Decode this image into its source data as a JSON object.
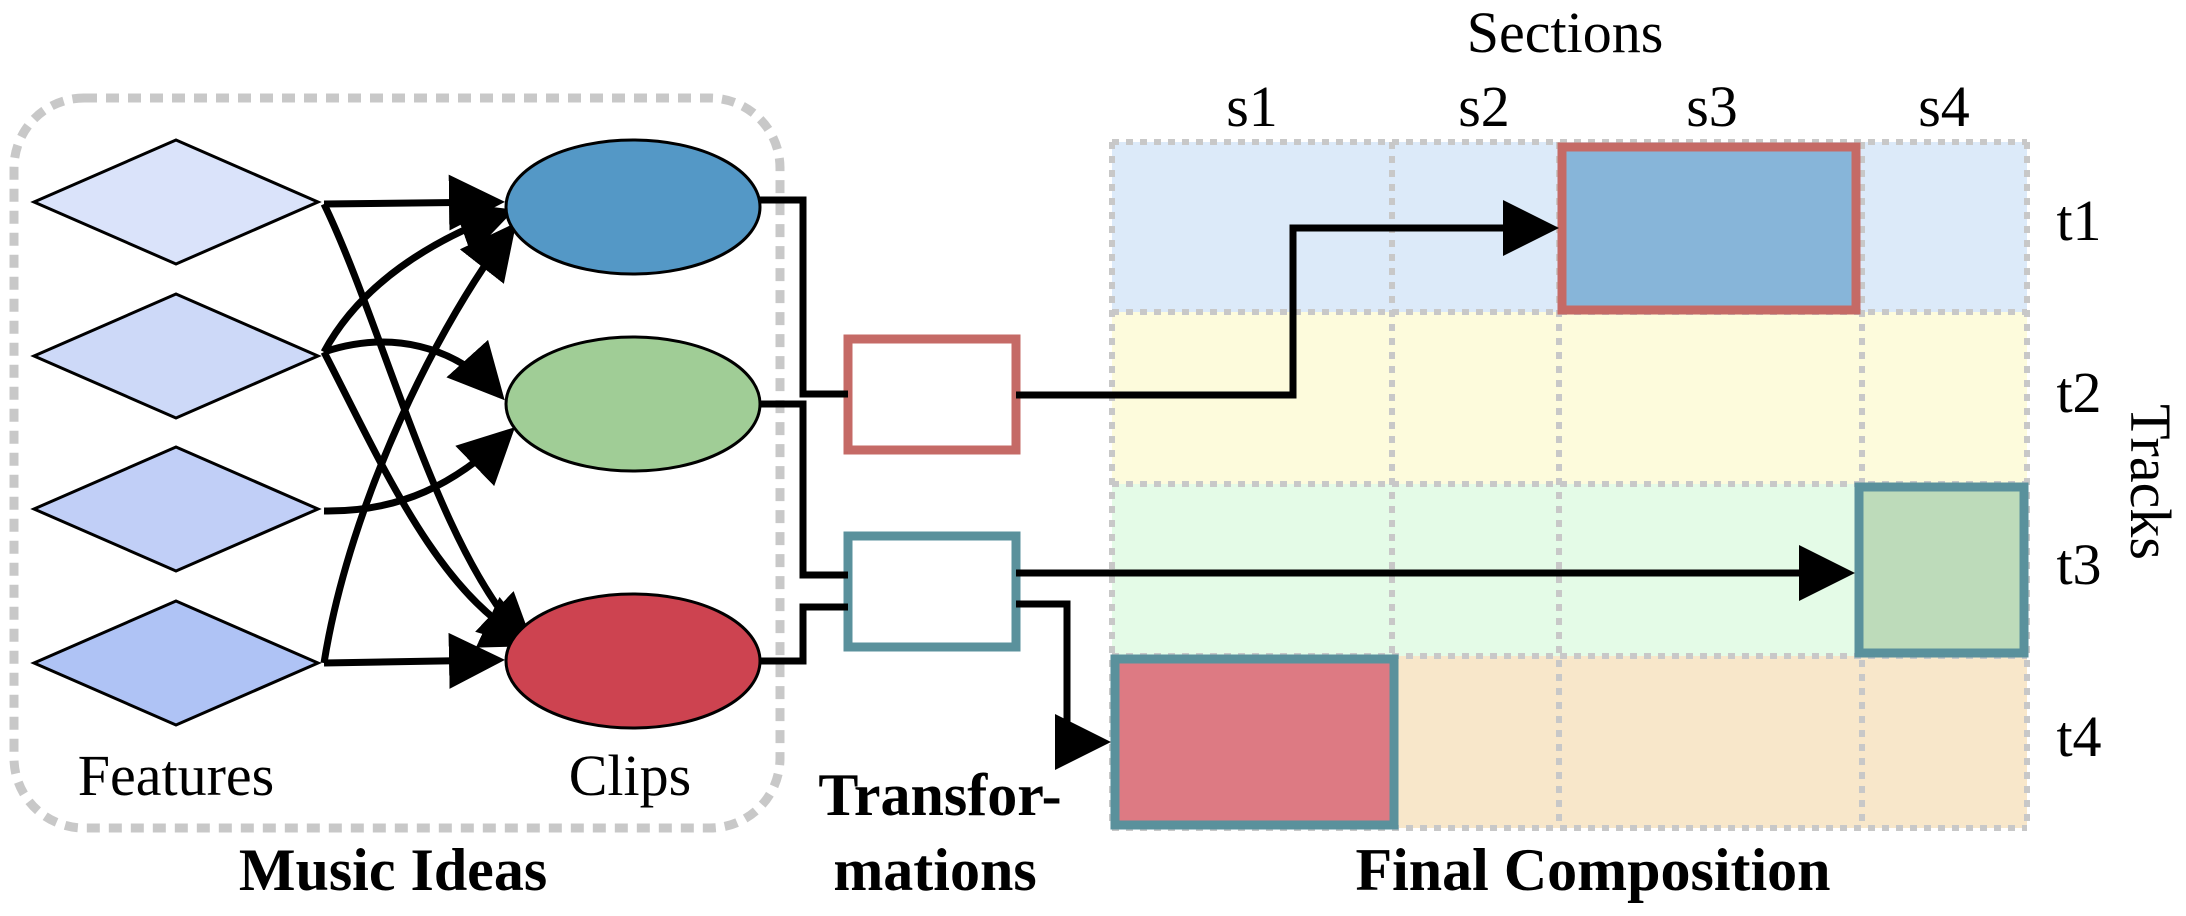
{
  "diagram": {
    "groups": {
      "music_ideas": "Music Ideas",
      "transformations_line1": "Transfor-",
      "transformations_line2": "mations",
      "final_composition": "Final Composition"
    },
    "labels": {
      "features": "Features",
      "clips": "Clips",
      "sections_axis": "Sections",
      "tracks_axis": "Tracks"
    },
    "sections": [
      "s1",
      "s2",
      "s3",
      "s4"
    ],
    "tracks": [
      "t1",
      "t2",
      "t3",
      "t4"
    ],
    "feature_count": 4,
    "clips": [
      {
        "id": "clip-blue",
        "color": "#5498c6"
      },
      {
        "id": "clip-green",
        "color": "#a0cd96"
      },
      {
        "id": "clip-red",
        "color": "#cd4350"
      }
    ],
    "feature_colors": [
      "#dae3fa",
      "#cdd9f8",
      "#c1cff7",
      "#afc3f5"
    ],
    "track_colors": [
      "#dceaf9",
      "#fdfbdc",
      "#e4fbe7",
      "#f8e7ca"
    ],
    "transformation_colors": [
      "#c56a66",
      "#5a919c"
    ],
    "placed_blocks": [
      {
        "track": "t1",
        "section": "s3",
        "fill": "#87b5d9",
        "border": "#c56a66"
      },
      {
        "track": "t3",
        "section": "s4",
        "fill": "#bddbba",
        "border": "#5a919c"
      },
      {
        "track": "t4",
        "section": "s1",
        "fill": "#dd7a83",
        "border": "#5a919c"
      }
    ],
    "grid_line_color": "#c8c8c8",
    "group_border_color": "#c8c8c8"
  }
}
